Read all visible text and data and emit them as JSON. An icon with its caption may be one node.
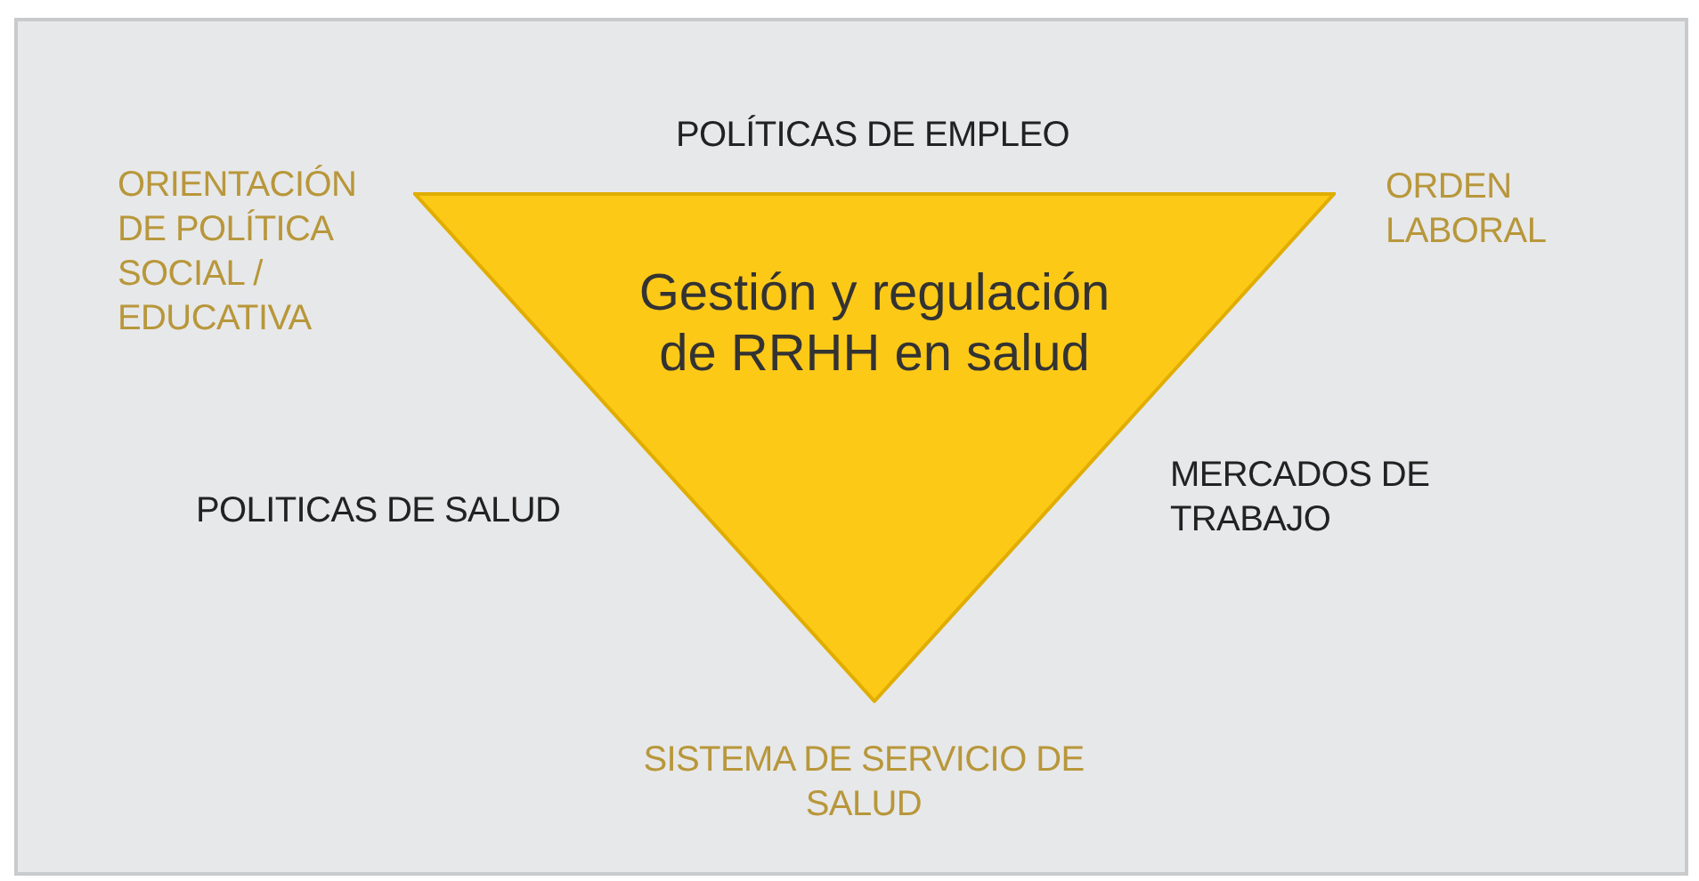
{
  "diagram": {
    "nodes": [
      {
        "text": [
          "Gestión y regulación de RRHH en salud"
        ]
      }
    ],
    "edges": [],
    "labels": [
      "ORIENTACIÓN DE POLÍTICA SOCIAL / EDUCATIVA",
      "POLÍTICAS DE EMPLEO",
      "ORDEN LABORAL",
      "POLITICAS DE SALUD",
      "MERCADOS DE TRABAJO",
      "SISTEMA DE SERVICIO DE SALUD"
    ]
  }
}
